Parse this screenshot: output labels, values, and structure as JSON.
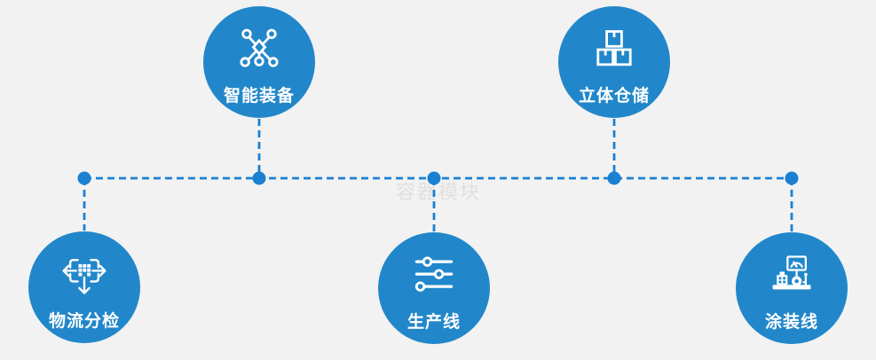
{
  "diagram": {
    "watermark": "容器模块",
    "colors": {
      "node_fill": "#2287ca",
      "connector": "#1b80d2",
      "background": "#f2f2f2",
      "icon_and_label": "#ffffff",
      "watermark_color": "#e1e0e1"
    },
    "nodes": [
      {
        "label": "智能装备",
        "icon": "network-nodes-icon",
        "position": "top-left"
      },
      {
        "label": "立体仓储",
        "icon": "stacked-boxes-icon",
        "position": "top-right"
      },
      {
        "label": "物流分检",
        "icon": "sorting-arrows-icon",
        "position": "bottom-left"
      },
      {
        "label": "生产线",
        "icon": "sliders-icon",
        "position": "bottom-center"
      },
      {
        "label": "涂装线",
        "icon": "machine-station-icon",
        "position": "bottom-right"
      }
    ]
  }
}
